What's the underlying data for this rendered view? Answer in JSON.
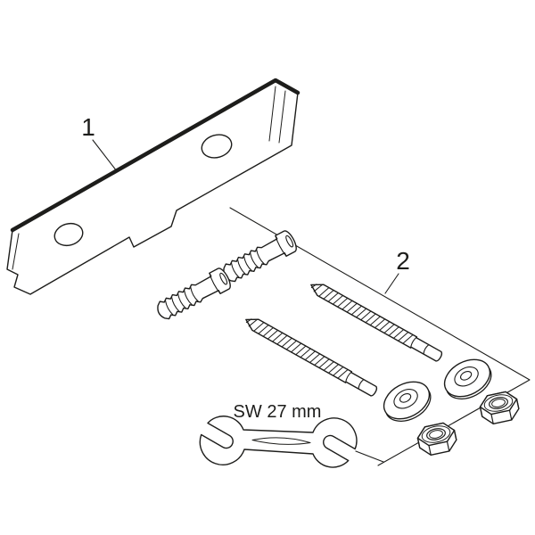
{
  "diagram": {
    "background_color": "#ffffff",
    "line_color": "#1d1d1b",
    "callouts": {
      "plate_number": "1",
      "fastener_set_number": "2"
    },
    "wrench_size_label": "SW 27 mm",
    "parts": [
      "mounting-plate",
      "wall-anchor-upper",
      "wall-anchor-lower",
      "wood-screw-upper",
      "wood-screw-lower",
      "cone-washer-left",
      "cone-washer-right",
      "hex-nut-left",
      "hex-nut-right",
      "open-end-wrench"
    ]
  }
}
